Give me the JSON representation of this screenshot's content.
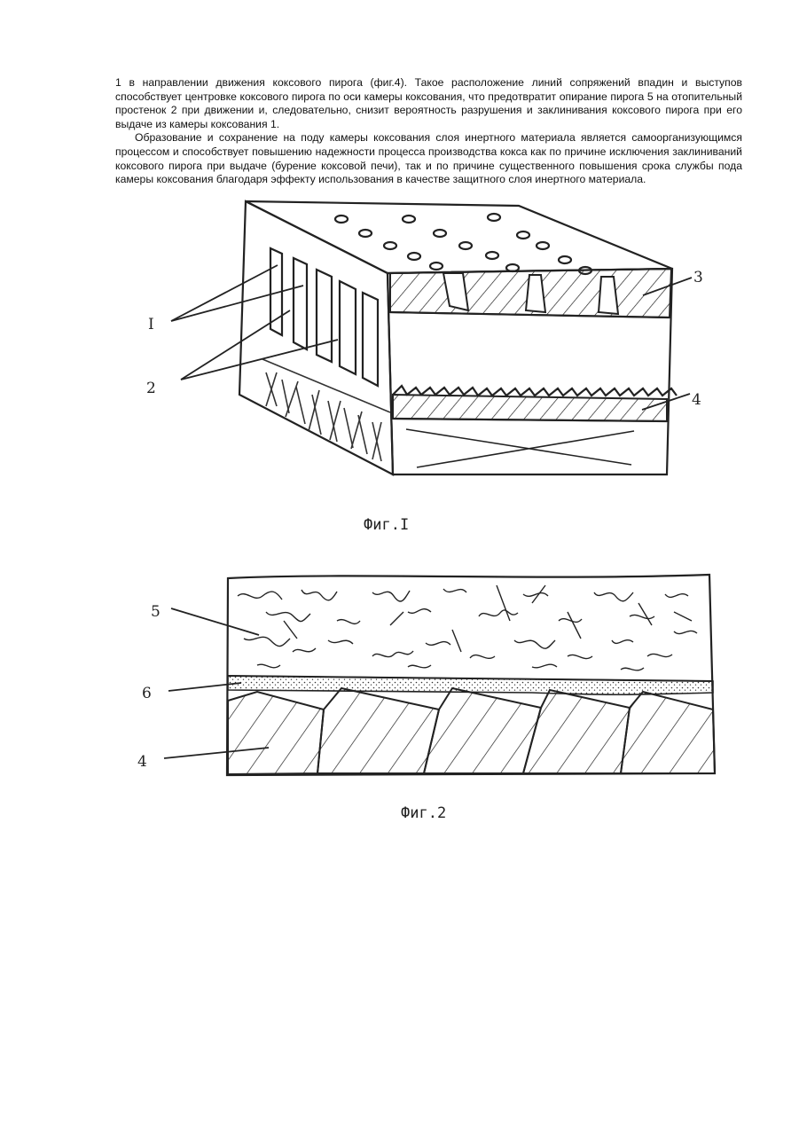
{
  "paragraphs": [
    "1 в направлении движения коксового пирога (фиг.4). Такое расположение линий сопряжений впадин и выступов способствует центровке коксового пирога по оси камеры коксования, что предотвратит опирание пирога 5 на отопительный простенок 2 при движении и, следовательно, снизит вероятность разрушения и заклинивания коксового пирога при его выдаче из камеры коксования 1.",
    "Образование и сохранение на поду камеры коксования слоя инертного материала является самоорганизующимся процессом и способствует повышению надежности процесса производства кокса как по причине исключения заклиниваний коксового пирога при выдаче (бурение коксовой печи), так и по причине существенного повышения срока службы пода камеры коксования благодаря эффекту использования в качестве защитного слоя инертного материала."
  ],
  "figure1": {
    "caption": "Фиг.I",
    "labels": {
      "label_1": "I",
      "label_2": "2",
      "label_3": "3",
      "label_4": "4"
    }
  },
  "figure2": {
    "caption": "Фиг.2",
    "labels": {
      "label_5": "5",
      "label_6": "6",
      "label_4": "4"
    }
  }
}
